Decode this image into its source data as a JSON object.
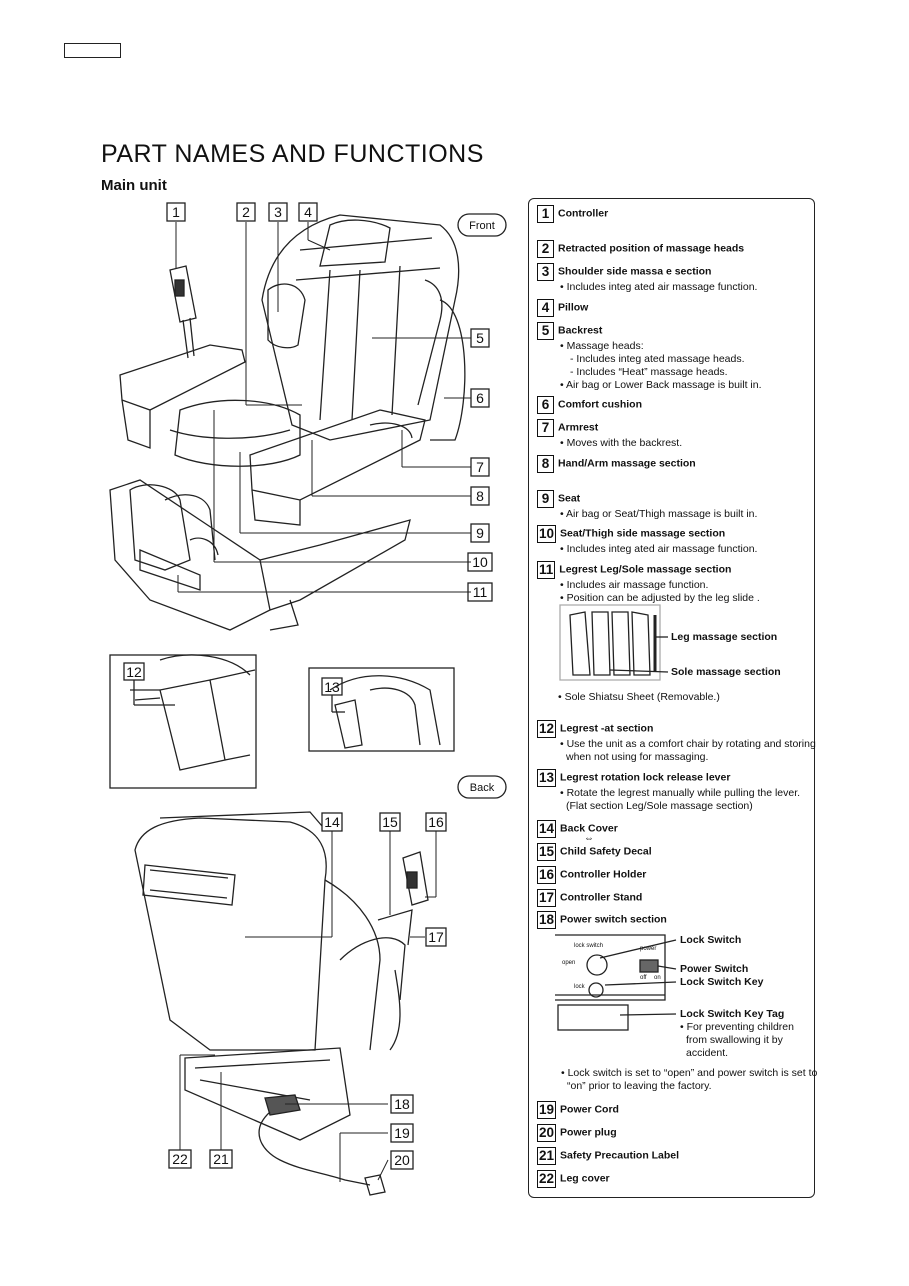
{
  "page": {
    "title": "PART NAMES AND FUNCTIONS",
    "subtitle": "Main unit",
    "front_label": "Front",
    "back_label": "Back"
  },
  "callouts": [
    "1",
    "2",
    "3",
    "4",
    "5",
    "6",
    "7",
    "8",
    "9",
    "10",
    "11",
    "12",
    "13",
    "14",
    "15",
    "16",
    "17",
    "18",
    "19",
    "20",
    "21",
    "22"
  ],
  "parts": [
    {
      "num": "1",
      "name": "Controller",
      "details": []
    },
    {
      "num": "2",
      "name": "Retracted position of massage heads",
      "details": []
    },
    {
      "num": "3",
      "name": "Shoulder side massa  e section",
      "details": [
        "• Includes integ ated air massage function."
      ]
    },
    {
      "num": "4",
      "name": "Pillow",
      "details": []
    },
    {
      "num": "5",
      "name": "Backrest",
      "details": [
        "• Massage heads:",
        "- Includes integ ated massage heads.",
        "- Includes “Heat” massage heads.",
        "• Air bag  or Lower Back massage is built in."
      ]
    },
    {
      "num": "6",
      "name": "Comfort cushion",
      "details": []
    },
    {
      "num": "7",
      "name": "Armrest",
      "details": [
        "• Moves with the backrest."
      ]
    },
    {
      "num": "8",
      "name": "Hand/Arm massage section",
      "details": []
    },
    {
      "num": "9",
      "name": "Seat",
      "details": [
        "• Air bag  or Seat/Thigh massage is built in."
      ]
    },
    {
      "num": "10",
      "name": "Seat/Thigh side massage section",
      "details": [
        "• Includes integ ated air massage function."
      ]
    },
    {
      "num": "11",
      "name": "Legrest Leg/Sole massage section",
      "details": [
        "• Includes air massage function.",
        "• Position can be adjusted by the leg slide ."
      ]
    },
    {
      "num": "12",
      "name": "Legrest -at section",
      "details": [
        "• Use the unit as a comfort chair by rotating and storing",
        "when not using for massaging."
      ]
    },
    {
      "num": "13",
      "name": "Legrest rotation lock release lever",
      "details": [
        "• Rotate the legrest manually while pulling the lever.",
        "(Flat section      Leg/Sole massage section)"
      ]
    },
    {
      "num": "14",
      "name": "Back Cover",
      "details": []
    },
    {
      "num": "15",
      "name": "Child Safety Decal",
      "details": []
    },
    {
      "num": "16",
      "name": "Controller Holder",
      "details": []
    },
    {
      "num": "17",
      "name": "Controller Stand",
      "details": []
    },
    {
      "num": "18",
      "name": "Power switch section",
      "details": []
    },
    {
      "num": "19",
      "name": "Power Cord",
      "details": []
    },
    {
      "num": "20",
      "name": "Power plug",
      "details": []
    },
    {
      "num": "21",
      "name": "Safety Precaution Label",
      "details": []
    },
    {
      "num": "22",
      "name": "Leg cover",
      "details": []
    }
  ],
  "leg_detail": {
    "leg_label": "Leg massage section",
    "sole_label": "Sole massage section",
    "note": "• Sole Shiatsu Sheet (Removable.)"
  },
  "switch_detail": {
    "lock_switch": "Lock Switch",
    "power_switch": "Power Switch",
    "lock_switch_key": "Lock Switch Key",
    "key_tag": "Lock Switch Key Tag",
    "key_tag_notes": [
      "• For preventing children",
      "from swallowing it by",
      "accident."
    ],
    "factory_note": [
      "• Lock switch is set to “open” and power switch is set to",
      "“on” prior to leaving the factory."
    ],
    "tiny": {
      "lock_switch": "lock switch",
      "open": "open",
      "lock": "lock",
      "power": "power",
      "off": "off",
      "on": "on"
    }
  },
  "arrow_symbol": "⇔"
}
